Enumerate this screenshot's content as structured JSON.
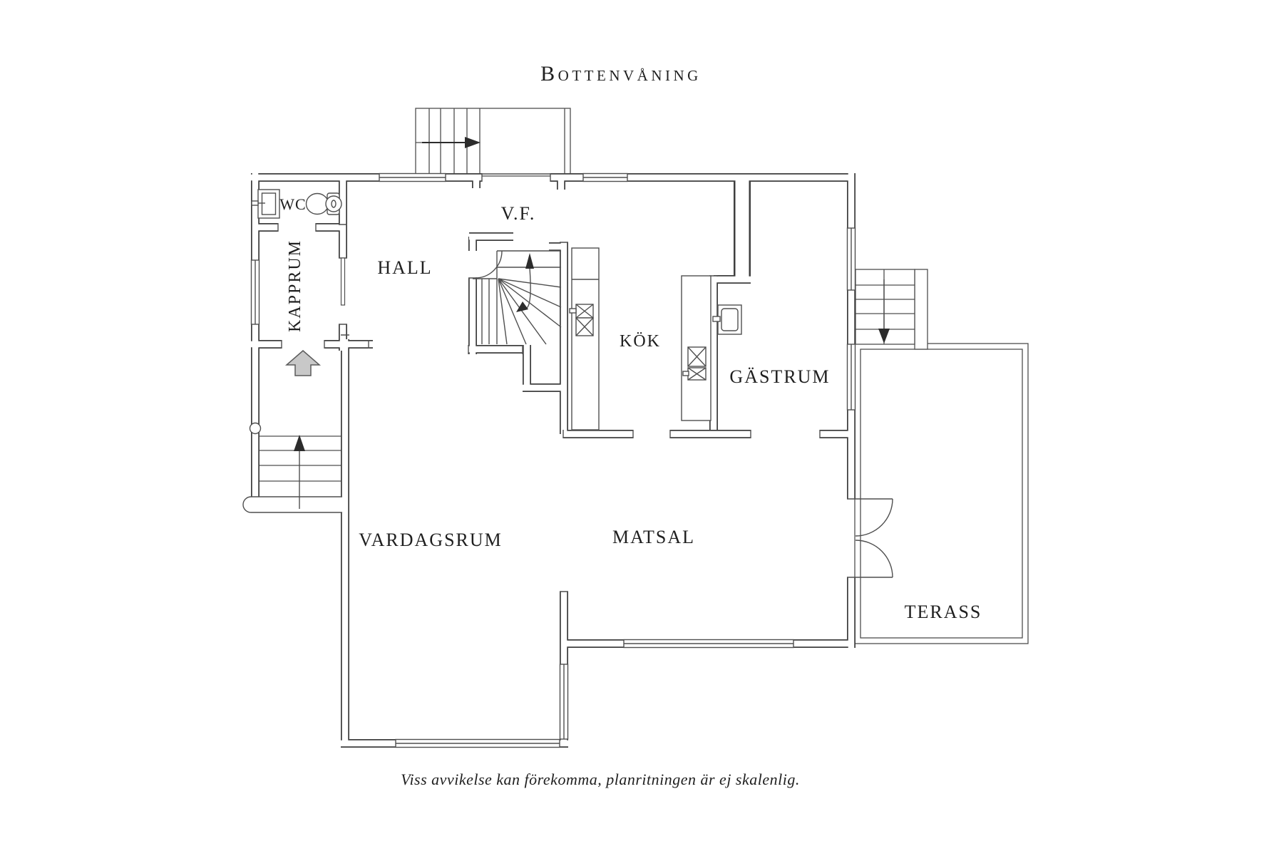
{
  "title": "Bottenvåning",
  "labels": {
    "wc": "WC",
    "kapprum": "KAPPRUM",
    "hall": "HALL",
    "vf": "V.F.",
    "kok": "KÖK",
    "gastrum": "GÄSTRUM",
    "vardagsrum": "VARDAGSRUM",
    "matsal": "MATSAL",
    "terass": "TERASS"
  },
  "disclaimer": "Viss avvikelse kan förekomma, planritningen är ej skalenlig.",
  "colors": {
    "wall_line": "#3e3e3e",
    "thin_line": "#4f4f4f",
    "text": "#1f1f1f",
    "entrance_arrow_fill": "#c8c8c8",
    "background": "#ffffff"
  }
}
